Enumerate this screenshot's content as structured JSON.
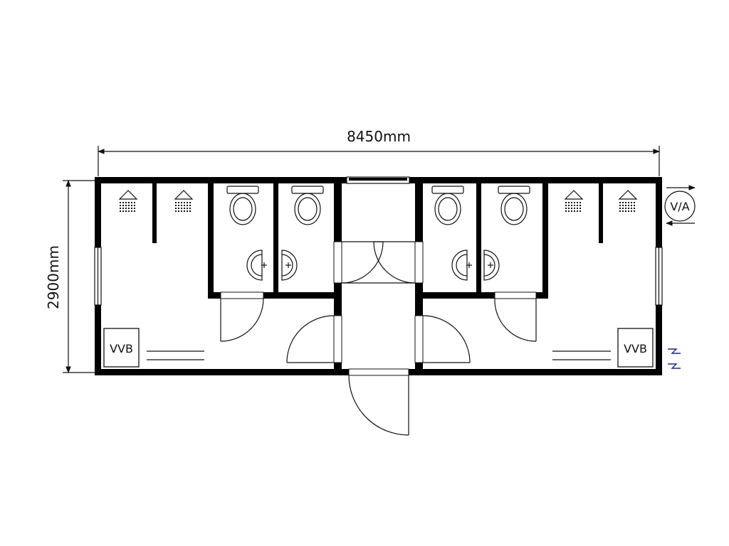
{
  "dimensions": {
    "width_label": "8450mm",
    "height_label": "2900mm"
  },
  "labels": {
    "water_heater_left": "VVB",
    "water_heater_right": "VVB",
    "supply_connection": "V/A"
  },
  "colors": {
    "wall": "#000000",
    "line": "#111111",
    "background": "#ffffff",
    "electric_symbol": "#1a2a8a"
  },
  "icons": {
    "shower": "shower-head-icon",
    "toilet": "toilet-icon",
    "sink": "sink-icon",
    "door": "door-swing-icon",
    "window": "window-icon",
    "electric": "electric-supply-icon"
  }
}
